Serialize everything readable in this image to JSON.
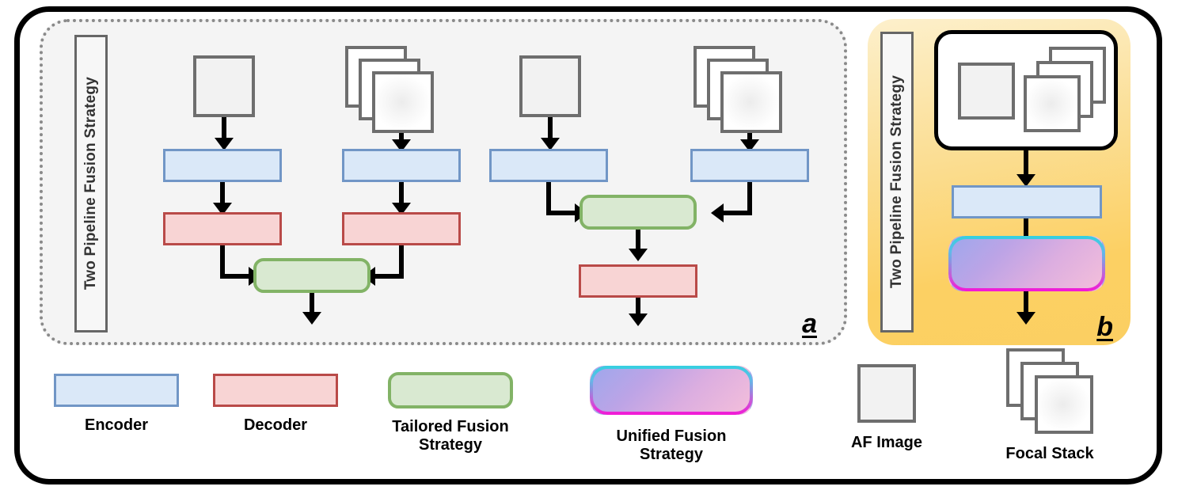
{
  "figure": {
    "panels": [
      {
        "id": "a",
        "letter": "a",
        "side_label": "Two Pipeline Fusion Strategy",
        "description": "Two pipeline fusion strategy variants using tailored fusion",
        "subdiagrams": [
          {
            "id": "a-left",
            "inputs": [
              "AF Image",
              "Focal Stack"
            ],
            "order": [
              "Encoder",
              "Decoder",
              "Tailored Fusion Strategy"
            ],
            "fusion": "Tailored Fusion Strategy",
            "fusion_position": "after-decoder"
          },
          {
            "id": "a-right",
            "inputs": [
              "AF Image",
              "Focal Stack"
            ],
            "order": [
              "Encoder",
              "Tailored Fusion Strategy",
              "Decoder"
            ],
            "fusion": "Tailored Fusion Strategy",
            "fusion_position": "before-decoder"
          }
        ]
      },
      {
        "id": "b",
        "letter": "b",
        "side_label": "Two Pipeline Fusion Strategy",
        "description": "Unified single pipeline taking AF image and focal stack together",
        "inputs": [
          "AF Image",
          "Focal Stack"
        ],
        "order": [
          "Encoder",
          "Unified Fusion Strategy"
        ]
      }
    ],
    "legend": [
      {
        "key": "encoder",
        "label": "Encoder",
        "swatch": "encoder-swatch"
      },
      {
        "key": "decoder",
        "label": "Decoder",
        "swatch": "decoder-swatch"
      },
      {
        "key": "tailored_fusion",
        "label": "Tailored Fusion\nStrategy",
        "swatch": "tailored-fusion-swatch"
      },
      {
        "key": "unified_fusion",
        "label": "Unified Fusion\nStrategy",
        "swatch": "unified-fusion-swatch"
      },
      {
        "key": "af_image",
        "label": "AF Image",
        "swatch": "af-image-swatch"
      },
      {
        "key": "focal_stack",
        "label": "Focal Stack",
        "swatch": "focal-stack-swatch"
      }
    ],
    "colors": {
      "encoder_fill": "#dae8f8",
      "encoder_border": "#7196c6",
      "decoder_fill": "#f8d4d4",
      "decoder_border": "#b94a48",
      "tailored_fill": "#d9e9d1",
      "tailored_border": "#82b366",
      "unified_gradient_start": "#9fa7ec",
      "unified_gradient_end": "#f3bedb",
      "unified_border_top": "#35d0e0",
      "unified_border_bottom": "#f416d6",
      "panel_a_bg": "#f4f4f4",
      "panel_a_border": "#8a8a8a",
      "panel_b_bg": "#fbd063",
      "image_fill": "#f2f2f2",
      "image_border": "#6e6e6e",
      "frame": "#000000"
    }
  }
}
